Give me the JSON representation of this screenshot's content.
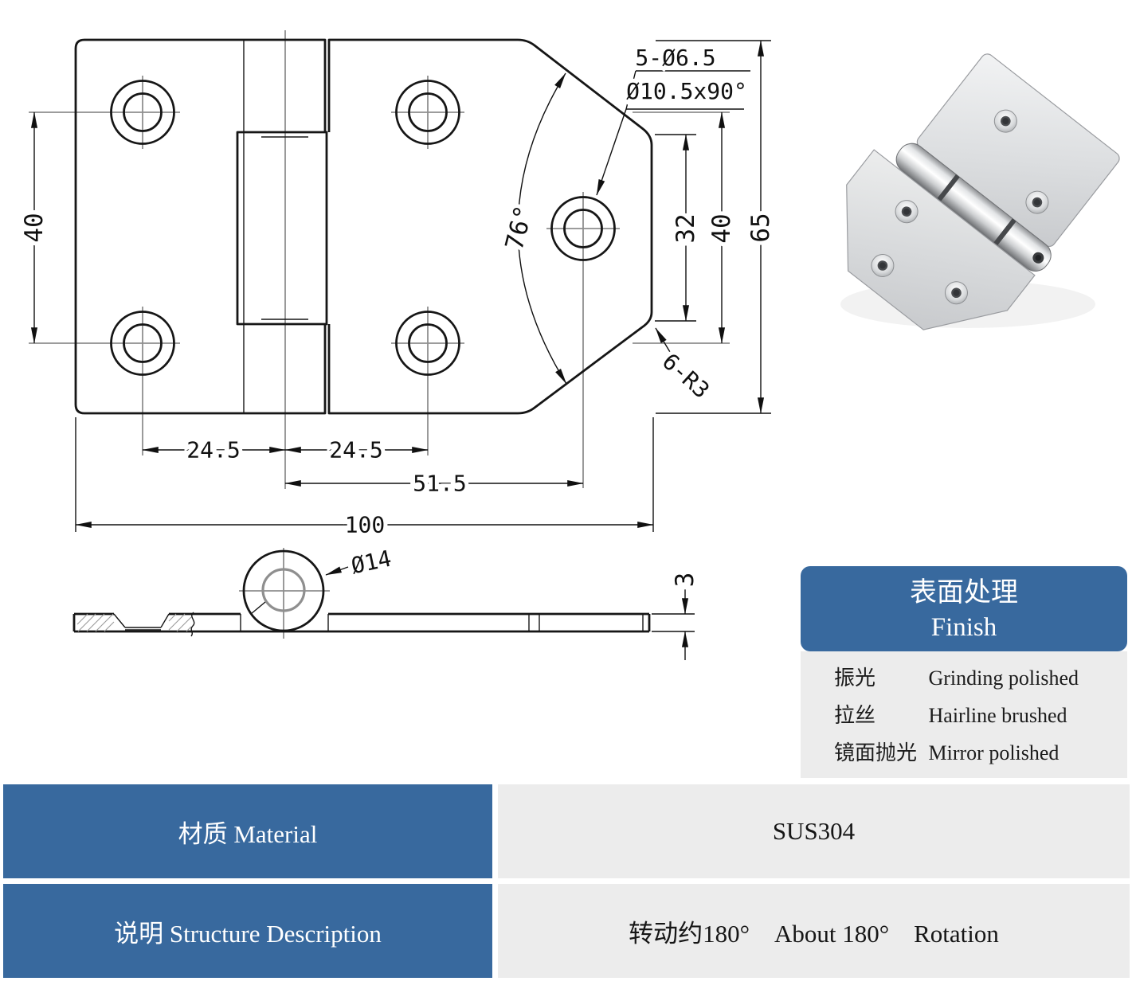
{
  "drawing": {
    "note_line1": "5-Ø6.5",
    "note_line2": "Ø10.5x90°",
    "angle": "76°",
    "corner_note": "6-R3",
    "dim_left_holes": "40",
    "dim_edge": "32",
    "dim_right_holes": "40",
    "dim_height": "65",
    "dim_pitch_a": "24.5",
    "dim_pitch_b": "24.5",
    "dim_mid_hole": "51.5",
    "dim_width": "100",
    "knuckle_dia": "Ø14",
    "thickness": "3"
  },
  "finish_card": {
    "title_cn": "表面处理",
    "title_en": "Finish",
    "rows": [
      {
        "cn": "振光",
        "en": "Grinding polished"
      },
      {
        "cn": "拉丝",
        "en": "Hairline brushed"
      },
      {
        "cn": "镜面抛光",
        "en": "Mirror polished"
      }
    ]
  },
  "spec_table": {
    "material_label": "材质 Material",
    "material_value": "SUS304",
    "structure_label": "说明 Structure Description",
    "structure_value": "转动约180°    About 180°    Rotation"
  },
  "colors": {
    "accent_blue": "#38699E",
    "panel_gray": "#ECECEC",
    "line_black": "#161616",
    "centerline_gray": "#8F8F8F"
  }
}
